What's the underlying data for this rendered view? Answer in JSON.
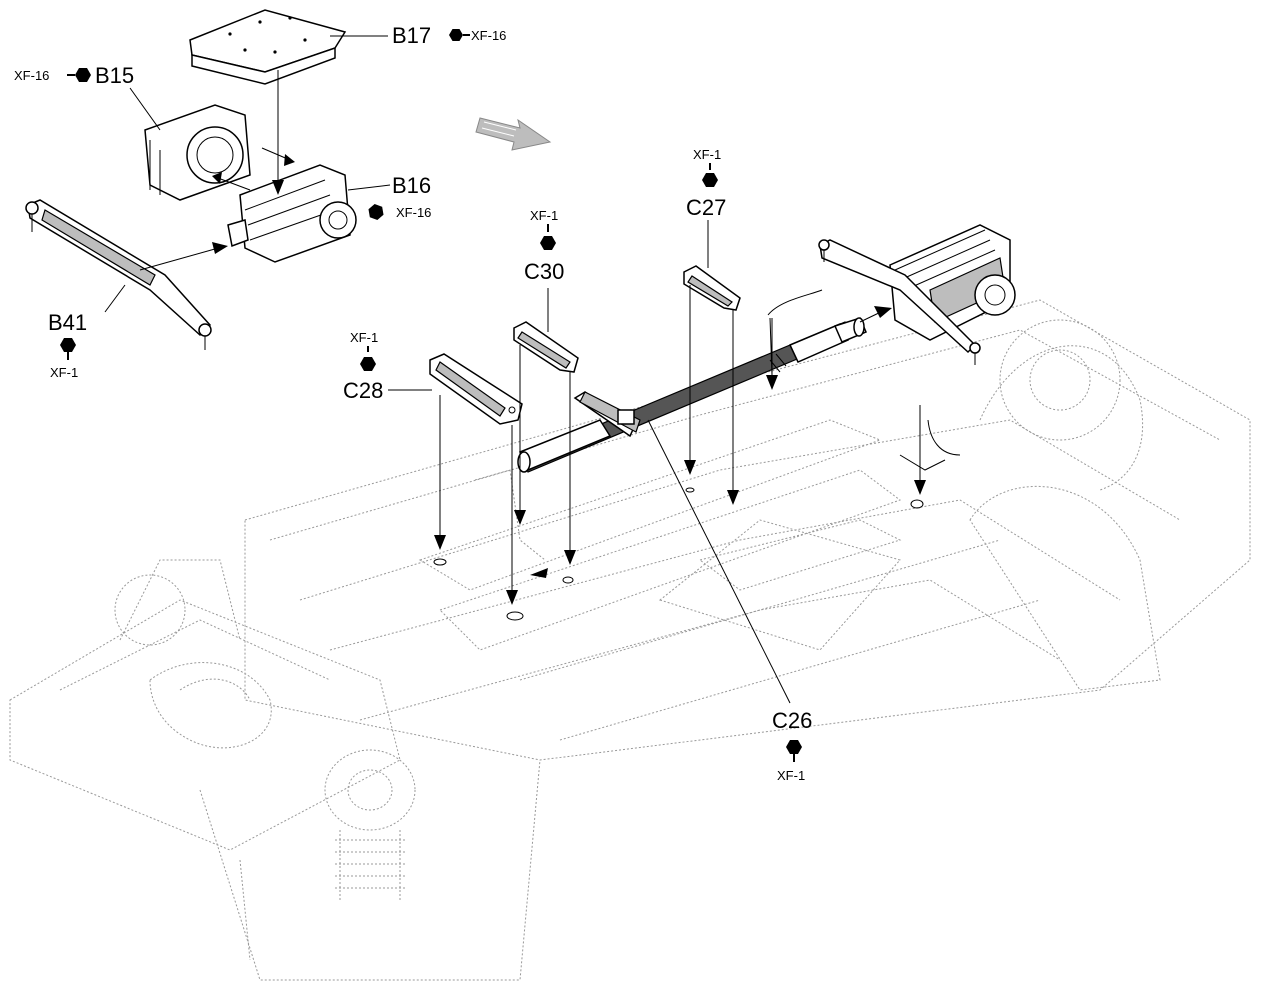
{
  "callouts": [
    {
      "id": "b17",
      "part": "B17",
      "paint": "XF-16"
    },
    {
      "id": "b15",
      "part": "B15",
      "paint": "XF-16"
    },
    {
      "id": "b16",
      "part": "B16",
      "paint": "XF-16"
    },
    {
      "id": "b41",
      "part": "B41",
      "paint": "XF-1"
    },
    {
      "id": "c30",
      "part": "C30",
      "paint": "XF-1"
    },
    {
      "id": "c27",
      "part": "C27",
      "paint": "XF-1"
    },
    {
      "id": "c28",
      "part": "C28",
      "paint": "XF-1"
    },
    {
      "id": "c26",
      "part": "C26",
      "paint": "XF-1"
    }
  ],
  "icons": {
    "paint_marker": "hexagon-paint-icon",
    "direction_arrow": "forward-arrow-icon"
  },
  "colors": {
    "ink": "#000000",
    "chassis_dots": "#999999",
    "part_fill": "#ffffff",
    "shaft_fill": "#555555",
    "arrow_grey": "#bdbdbd"
  }
}
